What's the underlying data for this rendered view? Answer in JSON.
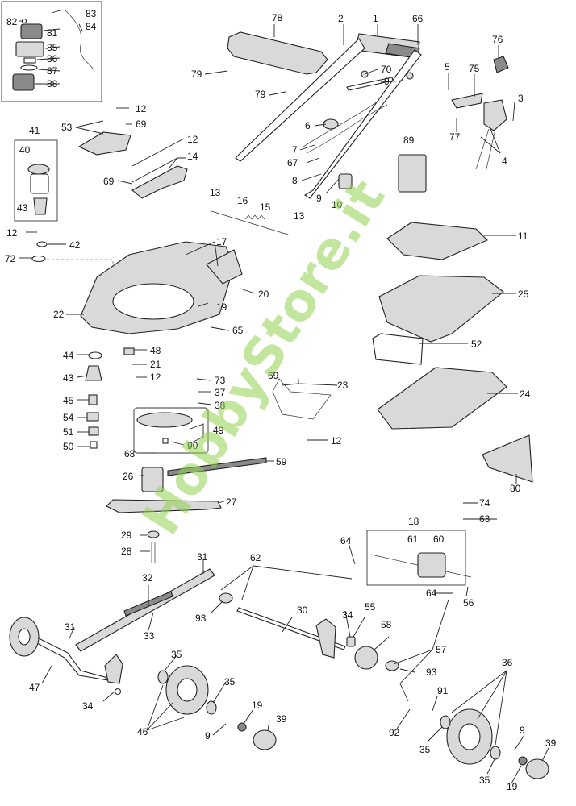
{
  "watermark": "HobbyStore.it",
  "watermark_color": "#8fd14f",
  "labels": {
    "p1": "1",
    "p2": "2",
    "p3": "3",
    "p4": "4",
    "p5": "5",
    "p6": "6",
    "p7": "7",
    "p8": "8",
    "p9a": "9",
    "p9b": "9",
    "p9c": "9",
    "p9d": "9",
    "p10": "10",
    "p11": "11",
    "p12a": "12",
    "p12b": "12",
    "p12c": "12",
    "p12d": "12",
    "p12e": "12",
    "p13a": "13",
    "p13b": "13",
    "p14": "14",
    "p15": "15",
    "p16": "16",
    "p17": "17",
    "p18": "18",
    "p19a": "19",
    "p19b": "19",
    "p20": "20",
    "p21": "21",
    "p22": "22",
    "p23": "23",
    "p24": "24",
    "p25": "25",
    "p26": "26",
    "p27": "27",
    "p28": "28",
    "p29": "29",
    "p30": "30",
    "p31a": "31",
    "p31b": "31",
    "p32": "32",
    "p33": "33",
    "p34a": "34",
    "p34b": "34",
    "p35a": "35",
    "p35b": "35",
    "p35c": "35",
    "p35d": "35",
    "p36": "36",
    "p37": "37",
    "p38": "38",
    "p39a": "39",
    "p39b": "39",
    "p40": "40",
    "p41": "41",
    "p42": "42",
    "p43a": "43",
    "p43b": "43",
    "p44": "44",
    "p45": "45",
    "p46": "46",
    "p47": "47",
    "p48": "48",
    "p49": "49",
    "p50": "50",
    "p51": "51",
    "p52": "52",
    "p53": "53",
    "p54": "54",
    "p55": "55",
    "p56": "56",
    "p57": "57",
    "p58": "58",
    "p59": "59",
    "p60": "60",
    "p61": "61",
    "p62": "62",
    "p63": "63",
    "p64a": "64",
    "p64b": "64",
    "p65": "65",
    "p66": "66",
    "p67": "67",
    "p68": "68",
    "p69a": "69",
    "p69b": "69",
    "p69c": "69",
    "p70": "70",
    "p72": "72",
    "p73": "73",
    "p74": "74",
    "p75": "75",
    "p76": "76",
    "p77": "77",
    "p78": "78",
    "p79a": "79",
    "p79b": "79",
    "p80": "80",
    "p81": "81",
    "p82": "82",
    "p83": "83",
    "p84": "84",
    "p85": "85",
    "p86": "86",
    "p87": "87",
    "p88": "88",
    "p89": "89",
    "p90": "90",
    "p91": "91",
    "p92": "92",
    "p93a": "93",
    "p93b": "93"
  }
}
